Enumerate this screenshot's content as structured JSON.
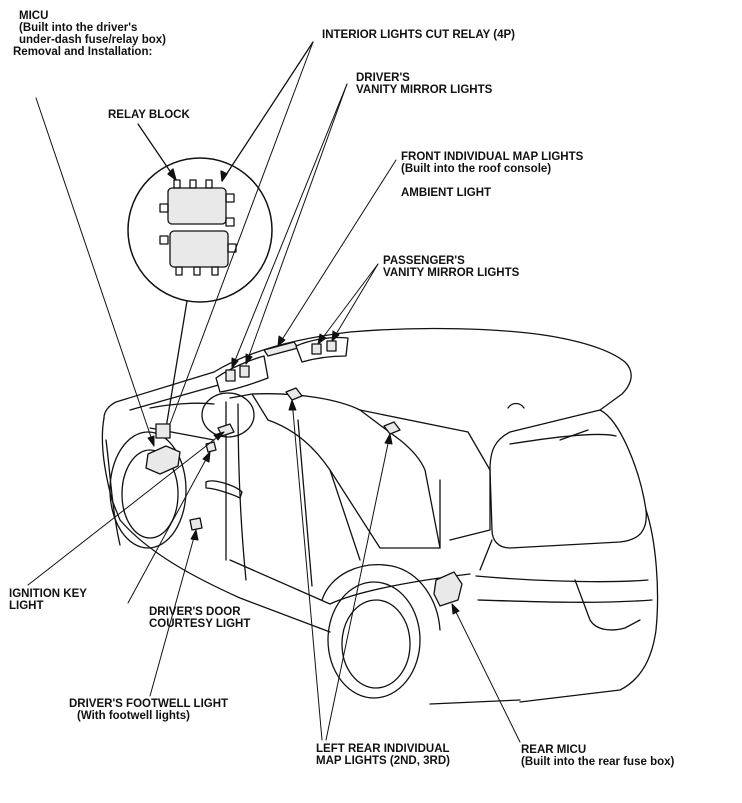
{
  "labels": {
    "micu": {
      "title": "MICU",
      "line2": "(Built into the driver's",
      "line3": "under-dash fuse/relay box)",
      "line4": "Removal and Installation:"
    },
    "interior_relay": "INTERIOR LIGHTS CUT RELAY (4P)",
    "driver_vanity": {
      "line1": "DRIVER'S",
      "line2": "VANITY MIRROR LIGHTS"
    },
    "relay_block": "RELAY BLOCK",
    "front_map": {
      "line1": "FRONT INDIVIDUAL MAP LIGHTS",
      "line2": "(Built into the roof console)"
    },
    "ambient": "AMBIENT LIGHT",
    "passenger_vanity": {
      "line1": "PASSENGER'S",
      "line2": "VANITY MIRROR LIGHTS"
    },
    "ignition": {
      "line1": "IGNITION KEY",
      "line2": "LIGHT"
    },
    "door_courtesy": {
      "line1": "DRIVER'S DOOR",
      "line2": "COURTESY LIGHT"
    },
    "footwell": {
      "line1": "DRIVER'S FOOTWELL LIGHT",
      "line2": "(With footwell lights)"
    },
    "left_rear_map": {
      "line1": "LEFT REAR INDIVIDUAL",
      "line2": "MAP LIGHTS (2ND, 3RD)"
    },
    "rear_micu": {
      "line1": "REAR MICU",
      "line2": "(Built into the rear fuse box)"
    }
  },
  "colors": {
    "ink": "#111111",
    "paper": "#ffffff",
    "part_fill": "#e9e9e9"
  }
}
